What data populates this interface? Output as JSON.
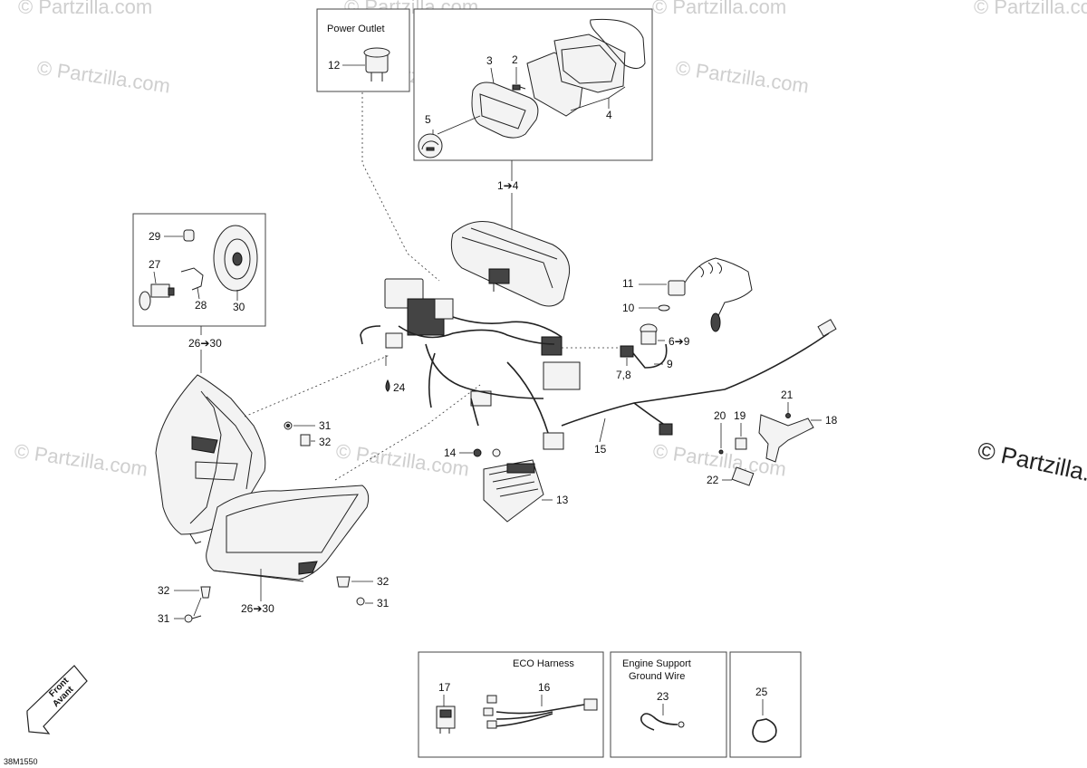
{
  "watermark": {
    "text": "© Partzilla.com",
    "large_text": "© Partzilla.c"
  },
  "boxes": {
    "power_outlet_title": "Power Outlet",
    "eco_title": "ECO Harness",
    "engine_title_line1": "Engine Support",
    "engine_title_line2": "Ground Wire"
  },
  "callouts": {
    "c12": "12",
    "c3": "3",
    "c2": "2",
    "c4": "4",
    "c5": "5",
    "c1to4": "1➔4",
    "c29": "29",
    "c27": "27",
    "c28": "28",
    "c30": "30",
    "c26to30_top": "26➔30",
    "c11": "11",
    "c10": "10",
    "c6to9": "6➔9",
    "c78": "7,8",
    "c9": "9",
    "c24": "24",
    "c31a": "31",
    "c32a": "32",
    "c14": "14",
    "c13": "13",
    "c15": "15",
    "c20": "20",
    "c19": "19",
    "c21": "21",
    "c18": "18",
    "c22": "22",
    "c32b": "32",
    "c31b": "31",
    "c26to30_bottom": "26➔30",
    "c32c": "32",
    "c31c": "31",
    "c17": "17",
    "c16": "16",
    "c23": "23",
    "c25": "25"
  },
  "front_arrow": {
    "line1": "Front",
    "line2": "Avant"
  },
  "diagram_code": "38M1550"
}
